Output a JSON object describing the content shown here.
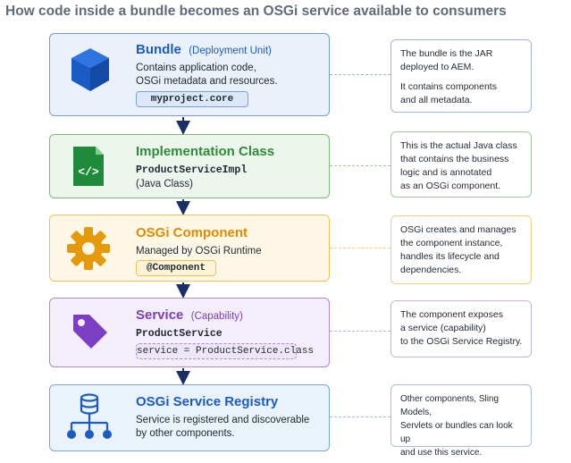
{
  "subtitle": "How code inside a bundle becomes an OSGi service available to consumers",
  "steps": [
    {
      "title": "Bundle",
      "title_sub": "(Deployment Unit)",
      "lines": [
        "Contains application code,",
        "OSGi metadata and resources."
      ],
      "badge": "myproject.core",
      "icon": "cube-icon",
      "color": "#1a5bc4",
      "note": [
        "The bundle is the JAR",
        "deployed to AEM.",
        "It contains components",
        "and all metadata."
      ]
    },
    {
      "title": "Implementation Class",
      "mono_line": "ProductServiceImpl",
      "lines": [
        "(Java Class)"
      ],
      "icon": "java-file-icon",
      "color": "#2e8b3a",
      "note": [
        "This is the actual Java class",
        "that contains the business",
        "logic and is annotated",
        "as an OSGi component."
      ]
    },
    {
      "title": "OSGi Component",
      "lines": [
        "Managed by OSGi Runtime"
      ],
      "badge": "@Component",
      "icon": "gear-icon",
      "color": "#e59a0c",
      "note": [
        "OSGi creates and manages",
        "the component instance,",
        "handles its lifecycle and",
        "dependencies."
      ]
    },
    {
      "title": "Service",
      "title_sub": "(Capability)",
      "mono_line": "ProductService",
      "badge": "service = ProductService.class",
      "icon": "tag-icon",
      "color": "#7a3fc4",
      "note": [
        "The component exposes",
        "a service (capability)",
        "to the OSGi Service Registry."
      ]
    },
    {
      "title": "OSGi Service Registry",
      "lines": [
        "Service is registered and discoverable",
        "by other components."
      ],
      "icon": "registry-network-icon",
      "color": "#1a5bc4",
      "note": [
        "Other components, Sling Models,",
        "Servlets or bundles can look up",
        "and use this service."
      ]
    }
  ],
  "arrow_color": "#1b2f66"
}
